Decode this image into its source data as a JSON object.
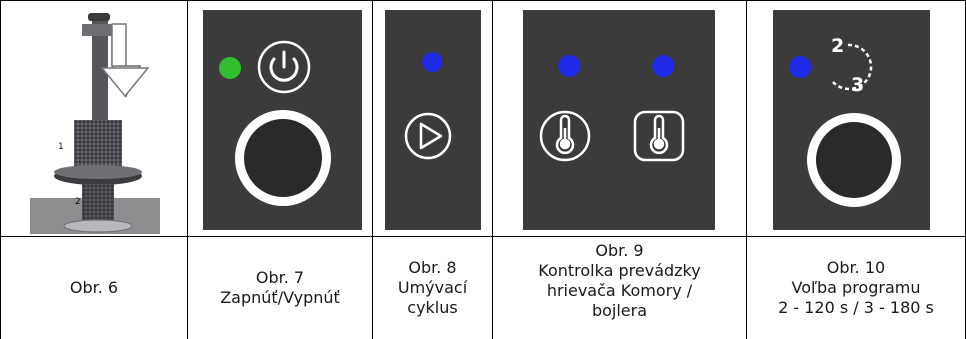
{
  "figures": [
    {
      "caption_lines": [
        "Obr. 6"
      ],
      "labels": [
        "1",
        "2"
      ]
    },
    {
      "caption_lines": [
        "Obr. 7",
        "Zapnúť/Vypnúť"
      ],
      "led_color": "#2fbf2f",
      "icon": "power-icon"
    },
    {
      "caption_lines": [
        "Obr. 8",
        "Umývací",
        "cyklus"
      ],
      "led_color": "#1f2be6",
      "icon": "play-icon"
    },
    {
      "caption_lines": [
        "Obr. 9",
        "Kontrolka prevádzky",
        "hrievača Komory  /",
        "bojlera"
      ],
      "led_color": "#1f2be6",
      "icon": "thermometer-icon"
    },
    {
      "caption_lines": [
        "Obr. 10",
        "Voľba programu",
        "2 - 120 s / 3 - 180 s"
      ],
      "led_color": "#1f2be6",
      "icon": "program-cycle-icon",
      "icon_digits": [
        "2",
        "3"
      ]
    }
  ]
}
